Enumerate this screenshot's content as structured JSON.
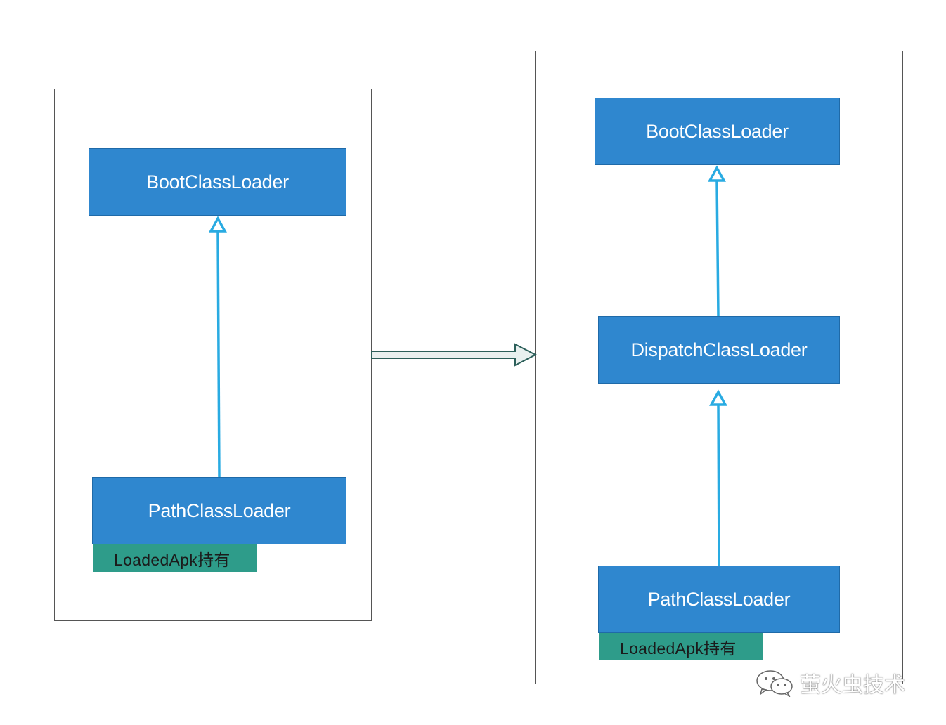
{
  "left_panel": {
    "boot": "BootClassLoader",
    "path": "PathClassLoader",
    "holder": "LoadedApk持有"
  },
  "right_panel": {
    "boot": "BootClassLoader",
    "dispatch": "DispatchClassLoader",
    "path": "PathClassLoader",
    "holder": "LoadedApk持有"
  },
  "watermark": {
    "text": "萤火虫技术",
    "icon": "wechat-icon"
  },
  "colors": {
    "node_fill": "#2f87cf",
    "holder_fill": "#2e9c8a",
    "arrow": "#29abe2",
    "frame_border": "#555555"
  }
}
